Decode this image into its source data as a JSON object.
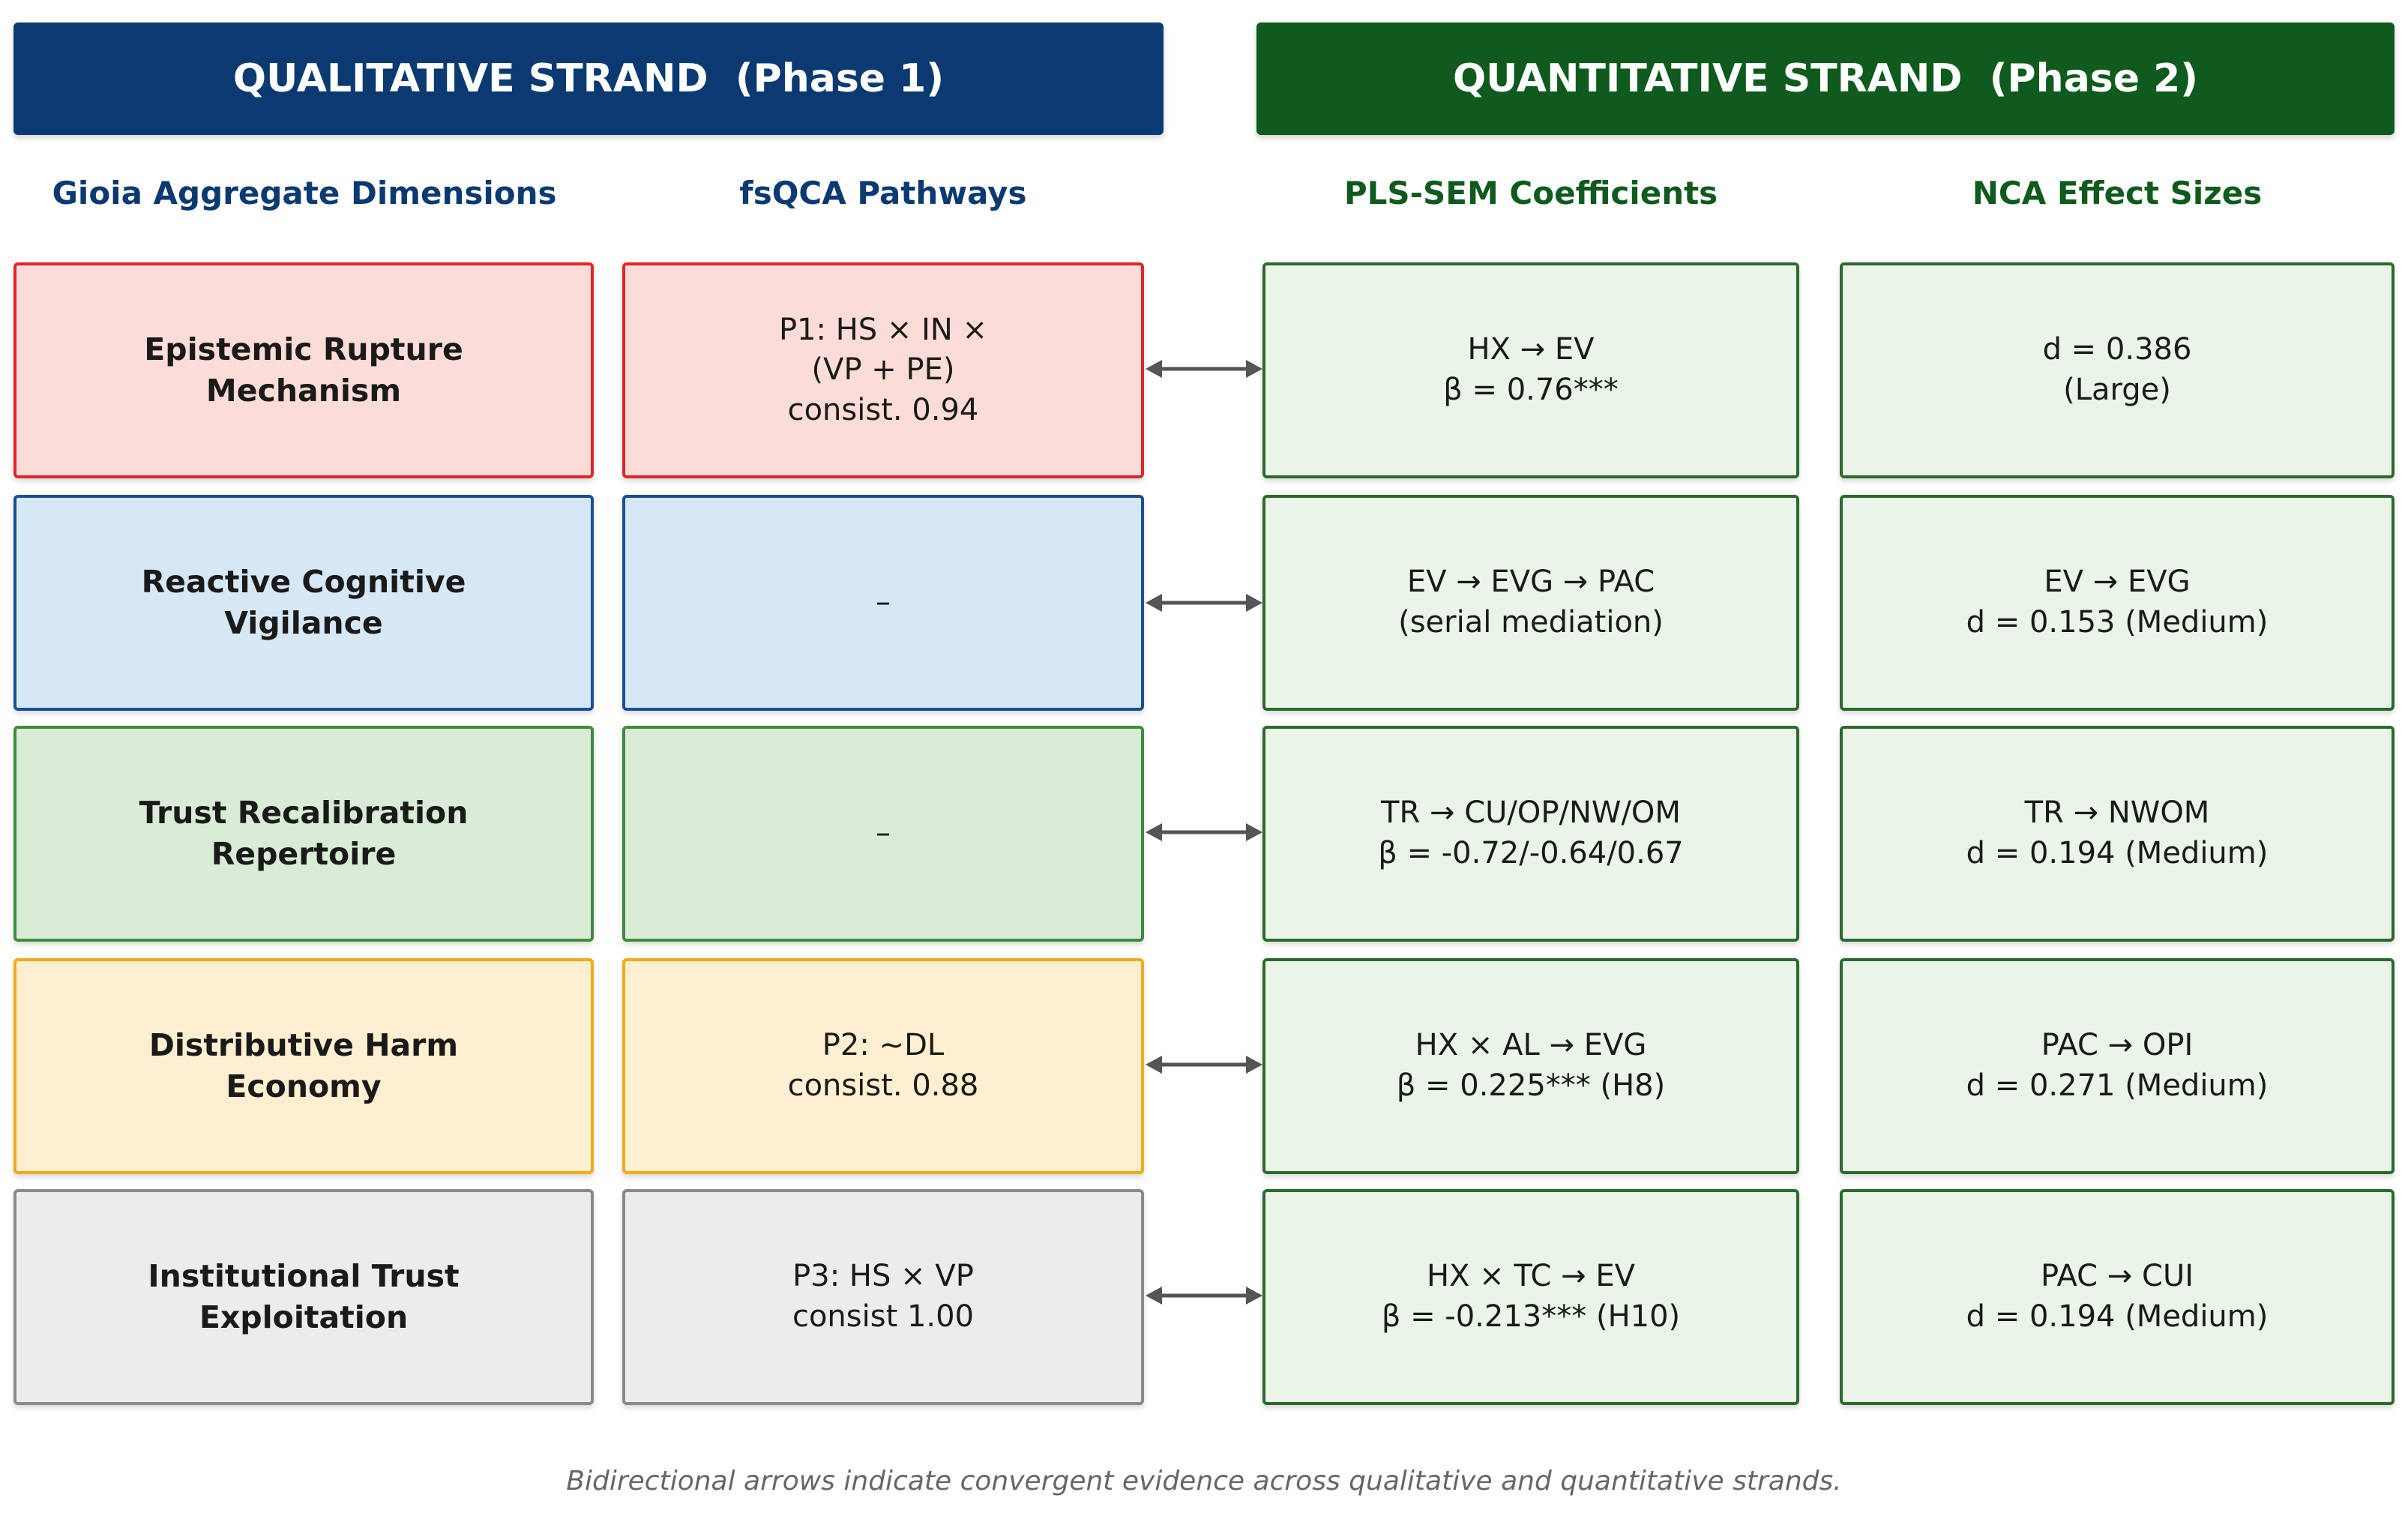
{
  "banners": {
    "qualitative": "QUALITATIVE STRAND  (Phase 1)",
    "quantitative": "QUANTITATIVE STRAND  (Phase 2)"
  },
  "columns": {
    "gioia": "Gioia Aggregate Dimensions",
    "fsqca": "fsQCA Pathways",
    "pls": "PLS-SEM Coefficients",
    "nca": "NCA Effect Sizes"
  },
  "rows": [
    {
      "dimension": "Epistemic Rupture\nMechanism",
      "fsqca": "P1: HS × IN ×\n(VP + PE)\nconsist. 0.94",
      "pls": "HX → EV\nβ = 0.76***",
      "nca": "d = 0.386\n(Large)",
      "color": "#e0242b"
    },
    {
      "dimension": "Reactive Cognitive\nVigilance",
      "fsqca": "–",
      "pls": "EV → EVG → PAC\n(serial mediation)",
      "nca": "EV → EVG\nd = 0.153 (Medium)",
      "color": "#1a4f94"
    },
    {
      "dimension": "Trust Recalibration\nRepertoire",
      "fsqca": "–",
      "pls": "TR → CU/OP/NW/OM\nβ = -0.72/-0.64/0.67",
      "nca": "TR → NWOM\nd = 0.194 (Medium)",
      "color": "#3f8a3f"
    },
    {
      "dimension": "Distributive Harm\nEconomy",
      "fsqca": "P2: ~DL\nconsist. 0.88",
      "pls": "HX × AL → EVG\nβ = 0.225*** (H8)",
      "nca": "PAC → OPI\nd = 0.271 (Medium)",
      "color": "#f2a91b"
    },
    {
      "dimension": "Institutional Trust\nExploitation",
      "fsqca": "P3: HS × VP\nconsist 1.00",
      "pls": "HX × TC → EV\nβ = -0.213*** (H10)",
      "nca": "PAC → CUI\nd = 0.194 (Medium)",
      "color": "#8a8a8a"
    }
  ],
  "caption": "Bidirectional arrows indicate convergent evidence across qualitative and quantitative strands."
}
